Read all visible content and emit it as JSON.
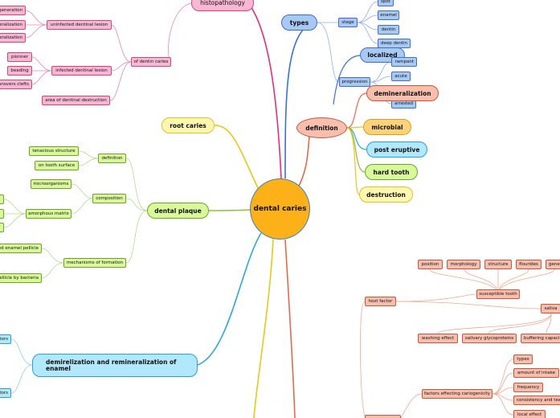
{
  "root": "dental caries",
  "histopathology": {
    "label": "histopathology",
    "dentin": {
      "label": "of dentin caries",
      "uninfected": {
        "label": "uninfected dentinal lesion",
        "items": [
          "generation",
          "mineralization",
          "demineralization"
        ]
      },
      "infected": {
        "label": "infected dentinal lesion",
        "items": [
          "pionner",
          "beading",
          "transvers clefts"
        ]
      },
      "destruction": "area of dentinal destruction"
    }
  },
  "root_caries": "root caries",
  "plaque": {
    "label": "dental plaque",
    "definition": {
      "label": "definition",
      "items": [
        "tenacious structure",
        "on tooth surface"
      ]
    },
    "composition": {
      "label": "composition",
      "microorganisms": "microorganisms",
      "matrix": "amorphous matrix"
    },
    "mechanisms": {
      "label": "mechanisms of formation",
      "items": [
        "acquired enamel pellicle",
        "colonization of pellicle by bacteria"
      ]
    }
  },
  "demin": {
    "label": "demirelization and remineralization of enamel",
    "items": [
      "factors",
      "factors"
    ]
  },
  "types": {
    "label": "types",
    "stage": {
      "label": "stage",
      "items": [
        "spot",
        "enamel",
        "dentin",
        "deep dentin"
      ]
    },
    "localized": "localized",
    "progression": {
      "label": "progression",
      "items": [
        "rampant",
        "acute",
        "arrested"
      ]
    }
  },
  "definition": {
    "label": "definition",
    "items": [
      "demineralization",
      "microbial",
      "post eruptive",
      "hard tooth",
      "destruction"
    ]
  },
  "host": {
    "label": "host factor",
    "tooth": {
      "label": "susceptible tooth",
      "items": [
        "position",
        "morphology",
        "structure",
        "flourides",
        "genetics"
      ]
    },
    "saliva": {
      "label": "saliva",
      "items": [
        "washing effect",
        "salivary glycoproteins",
        "buffering capacity"
      ]
    }
  },
  "cario": {
    "label": "factors effecting cariogenicity",
    "items": [
      "types",
      "amount of intake",
      "frequency",
      "consistency and texture",
      "local effect"
    ]
  },
  "colors": {
    "pink": "#d0457f",
    "green": "#8fbf3a",
    "blue": "#3a6fd4",
    "cyan": "#2aa8d8",
    "salmon": "#e36a4a",
    "yellow": "#e8c71a",
    "root": "#fbb117"
  }
}
